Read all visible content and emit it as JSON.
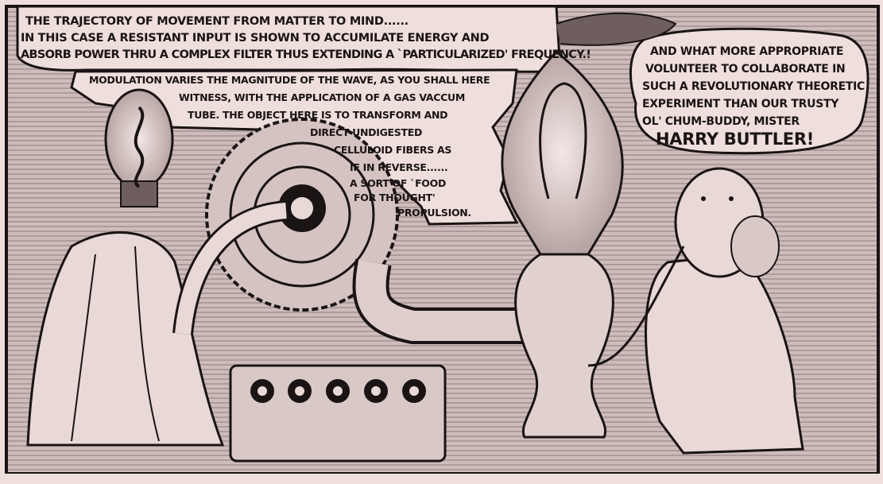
{
  "panel": {
    "paper_color": "#eedfdc",
    "ink_color": "#1a1414",
    "balloons": [
      {
        "speaker": "narrator",
        "lines": [
          "THE TRAJECTORY OF MOVEMENT FROM MATTER TO MIND......",
          "IN THIS CASE A RESISTANT INPUT IS SHOWN TO ACCUMILATE ENERGY AND",
          "ABSORB POWER THRU A COMPLEX FILTER THUS EXTENDING A `PARTICULARIZED' FREQUENCY.!"
        ]
      },
      {
        "speaker": "narrator",
        "lines": [
          "MODULATION VARIES THE MAGNITUDE OF THE WAVE, AS YOU SHALL HERE",
          "WITNESS, WITH THE APPLICATION OF A GAS VACCUM",
          "TUBE. THE OBJECT HERE IS TO TRANSFORM AND",
          "DIRECT UNDIGESTED",
          "CELLULOID FIBERS AS",
          "IF IN REVERSE......",
          "A SORT OF `FOOD",
          "FOR THOUGHT'",
          "PROPULSION."
        ]
      },
      {
        "speaker": "narrator",
        "lines": [
          "AND WHAT MORE APPROPRIATE",
          "VOLUNTEER TO COLLABORATE IN",
          "SUCH A REVOLUTIONARY THEORETIC",
          "EXPERIMENT THAN OUR TRUSTY",
          "OL' CHUM-BUDDY, MISTER",
          "HARRY BUTTLER!"
        ]
      }
    ]
  }
}
